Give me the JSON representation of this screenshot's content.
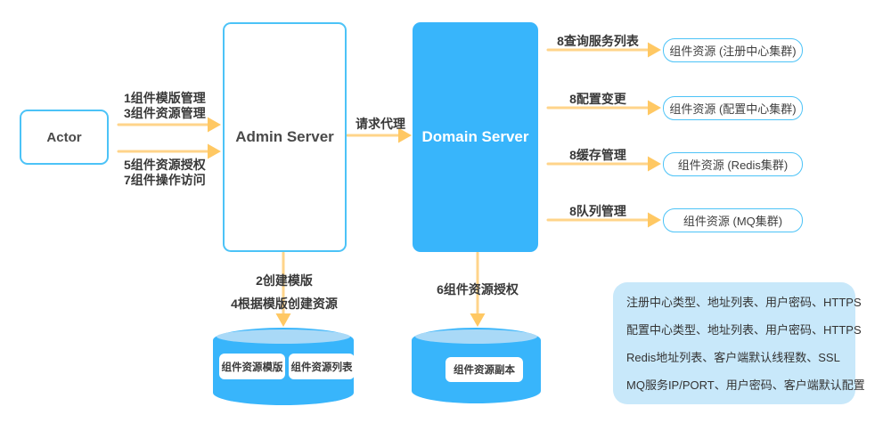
{
  "diagram": {
    "actor": {
      "label": "Actor"
    },
    "admin_server": {
      "title": "Admin Server"
    },
    "domain_server": {
      "title": "Domain Server"
    },
    "edges": {
      "actor_admin_top": {
        "line1": "1组件模版管理",
        "line2": "3组件资源管理"
      },
      "actor_admin_bottom": {
        "line1": "5组件资源授权",
        "line2": "7组件操作访问"
      },
      "admin_domain": {
        "label": "请求代理"
      },
      "admin_db": {
        "line1": "2创建模版",
        "line2": "4根据模版创建资源"
      },
      "domain_db": {
        "label": "6组件资源授权"
      },
      "domain_registry": {
        "label": "8查询服务列表"
      },
      "domain_config": {
        "label": "8配置变更"
      },
      "domain_cache": {
        "label": "8缓存管理"
      },
      "domain_queue": {
        "label": "8队列管理"
      }
    },
    "resources": {
      "registry": "组件资源 (注册中心集群)",
      "config": "组件资源 (配置中心集群)",
      "redis": "组件资源 (Redis集群)",
      "mq": "组件资源 (MQ集群)"
    },
    "databases": {
      "admin_db": {
        "item1": "组件资源模版",
        "item2": "组件资源列表"
      },
      "domain_db": {
        "item1": "组件资源副本"
      }
    },
    "notes": {
      "line1": "注册中心类型、地址列表、用户密码、HTTPS",
      "line2": "配置中心类型、地址列表、用户密码、HTTPS",
      "line3": "Redis地址列表、客户端默认线程数、SSL",
      "line4": "MQ服务IP/PORT、用户密码、客户端默认配置"
    },
    "colors": {
      "primary_blue": "#38b5fb",
      "border_blue": "#4cc3f7",
      "cylinder_top_blue": "#a9d9f7",
      "note_bg": "#c8e8fa",
      "arrow_line": "#ffd48a",
      "arrow_head": "#ffc863",
      "text_dark": "#3f3f3f"
    }
  }
}
